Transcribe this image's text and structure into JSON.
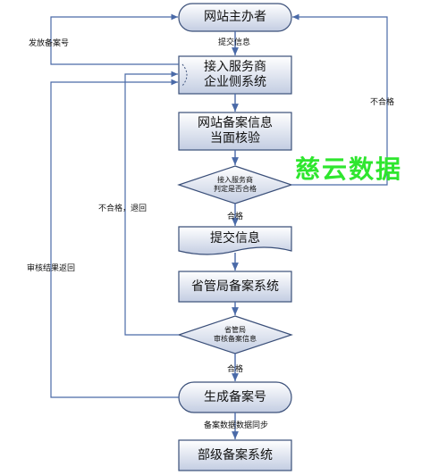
{
  "nodes": {
    "sponsor": "网站主办者",
    "isp": "接入服务商\n企业侧系统",
    "verify": "网站备案信息\n当面核验",
    "isp_decide": "接入服务商\n判定是否合格",
    "submit": "提交信息",
    "province": "省管局备案系统",
    "province_review": "省管局\n审核备案信息",
    "gen_number": "生成备案号",
    "ministry": "部级备案系统"
  },
  "edges": {
    "submit_info": "提交信息",
    "issue_number": "发放备案号",
    "fail_right": "不合格",
    "pass_1": "合格",
    "fail_return": "不合格，退回",
    "review_return": "审核结果返回",
    "pass_2": "合格",
    "sync": "备案数据数据同步"
  },
  "watermark": "慈云数据",
  "colors": {
    "node_fill_top": "#ffffff",
    "node_fill_bottom": "#c9d3e6",
    "stroke": "#3a4f79",
    "line": "#4a6aa8",
    "watermark": "#2ee62e"
  }
}
